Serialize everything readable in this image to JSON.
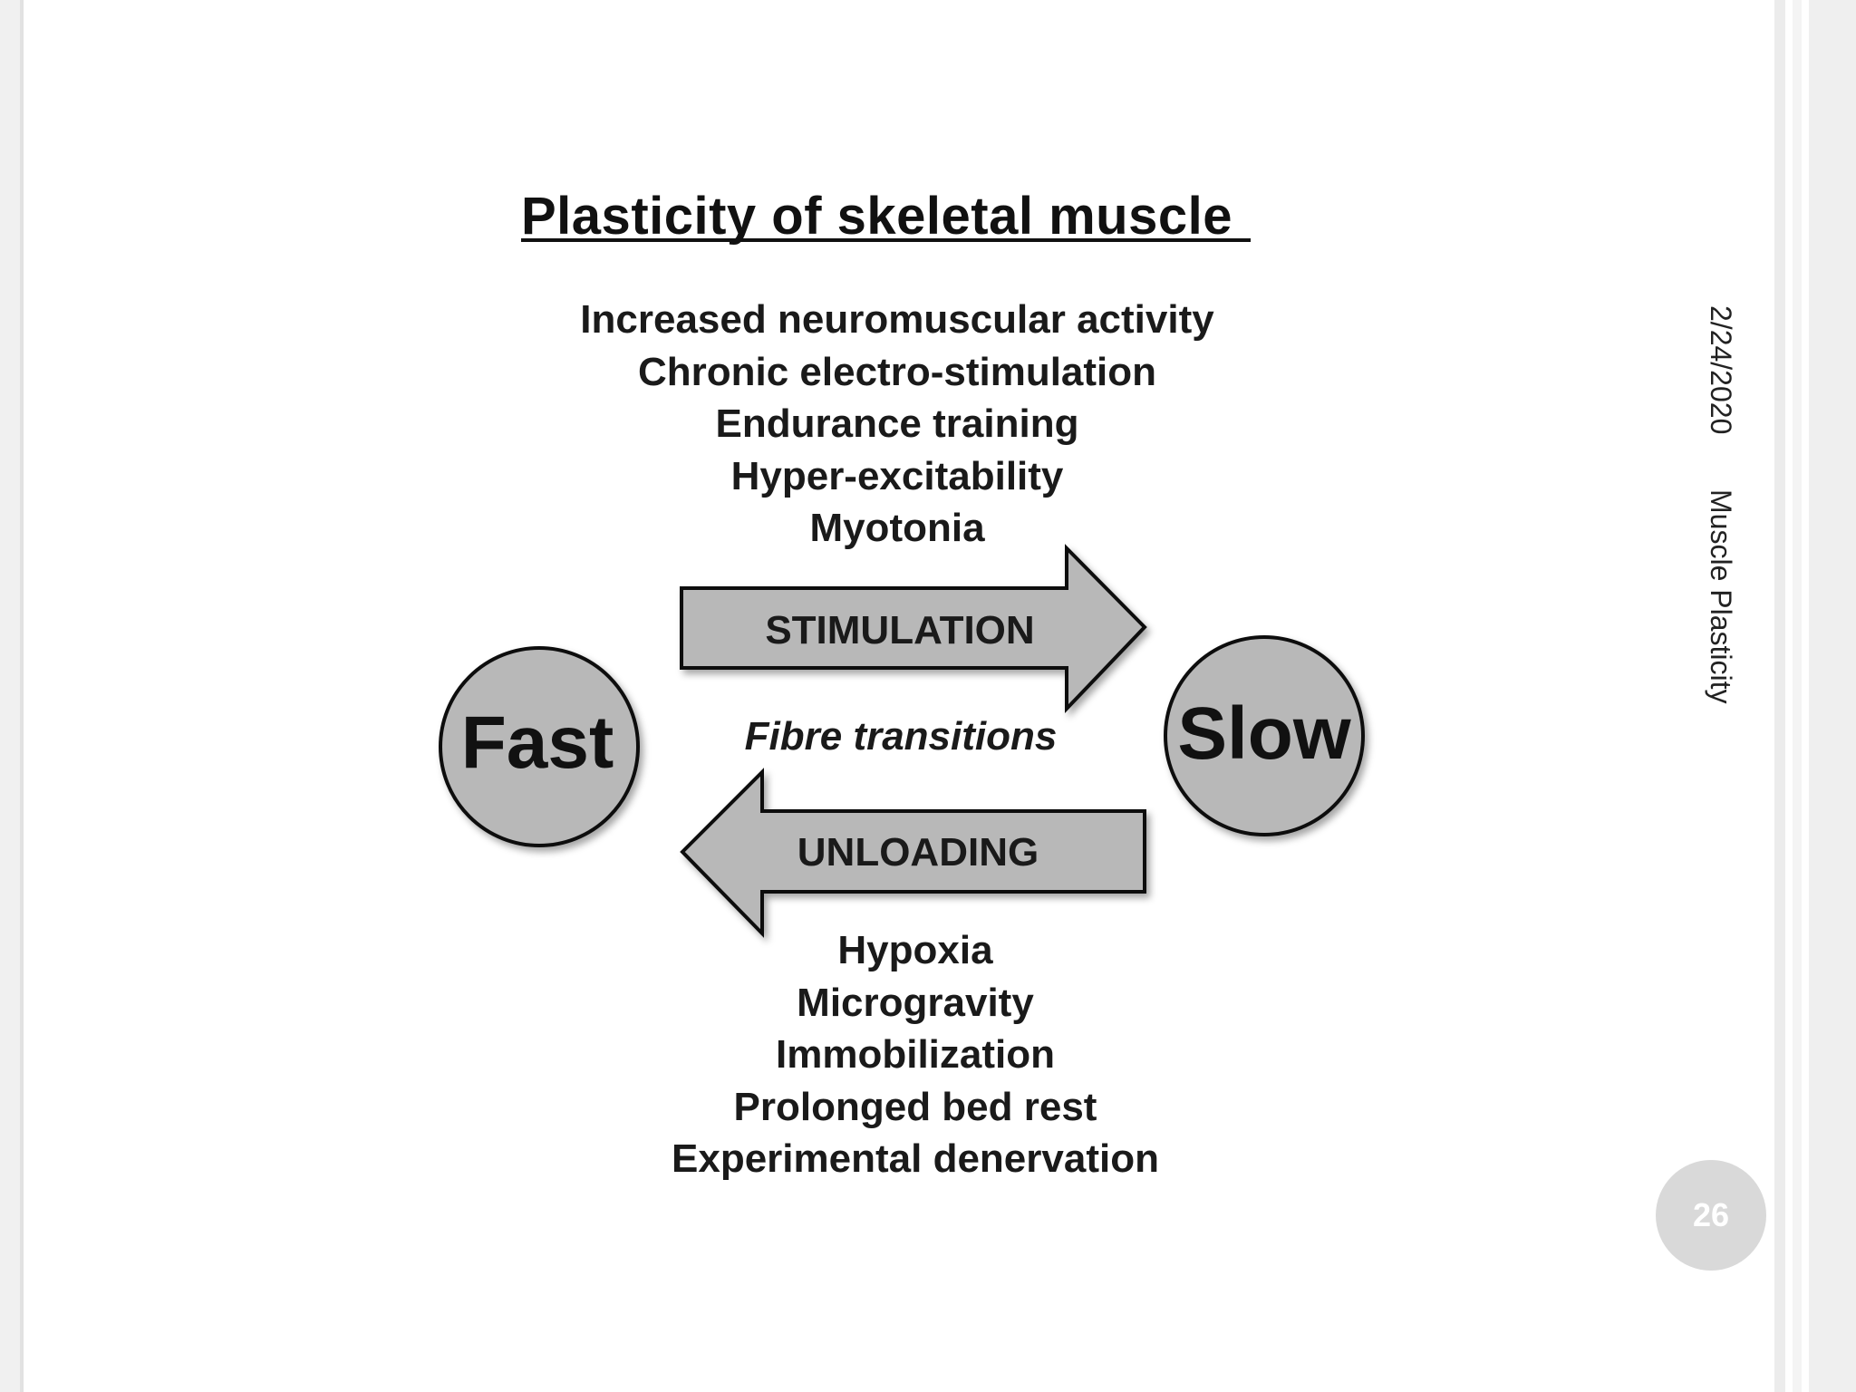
{
  "slide": {
    "title": "Plasticity of skeletal muscle",
    "stimulation_causes": [
      "Increased neuromuscular activity",
      "Chronic electro-stimulation",
      "Endurance training",
      "Hyper-excitability",
      "Myotonia"
    ],
    "unloading_causes": [
      "Hypoxia",
      "Microgravity",
      "Immobilization",
      "Prolonged bed rest",
      "Experimental denervation"
    ],
    "nodes": {
      "fast": "Fast",
      "slow": "Slow"
    },
    "arrows": {
      "stimulation": "STIMULATION",
      "unloading": "UNLOADING"
    },
    "center_label": "Fibre transitions",
    "side_date": "2/24/2020",
    "side_topic": "Muscle Plasticity",
    "page_number": "26"
  },
  "colors": {
    "shape_fill": "#b8b8b8",
    "outline": "#111111",
    "badge": "#d9d9d9"
  }
}
